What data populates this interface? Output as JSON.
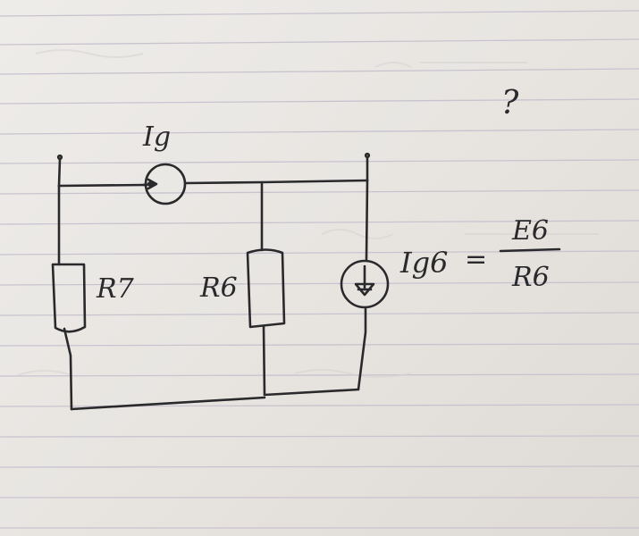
{
  "question_mark": "?",
  "source_label": "Ig",
  "resistor_left_label": "R7",
  "resistor_middle_label": "R6",
  "current_source_right_label": "Ig6",
  "equation": {
    "equals": "=",
    "numerator": "E6",
    "denominator": "R6"
  },
  "colors": {
    "ink": "#2a2a2c",
    "paper": "#e9e6e2",
    "rule_lines": "#c9c3cf"
  }
}
